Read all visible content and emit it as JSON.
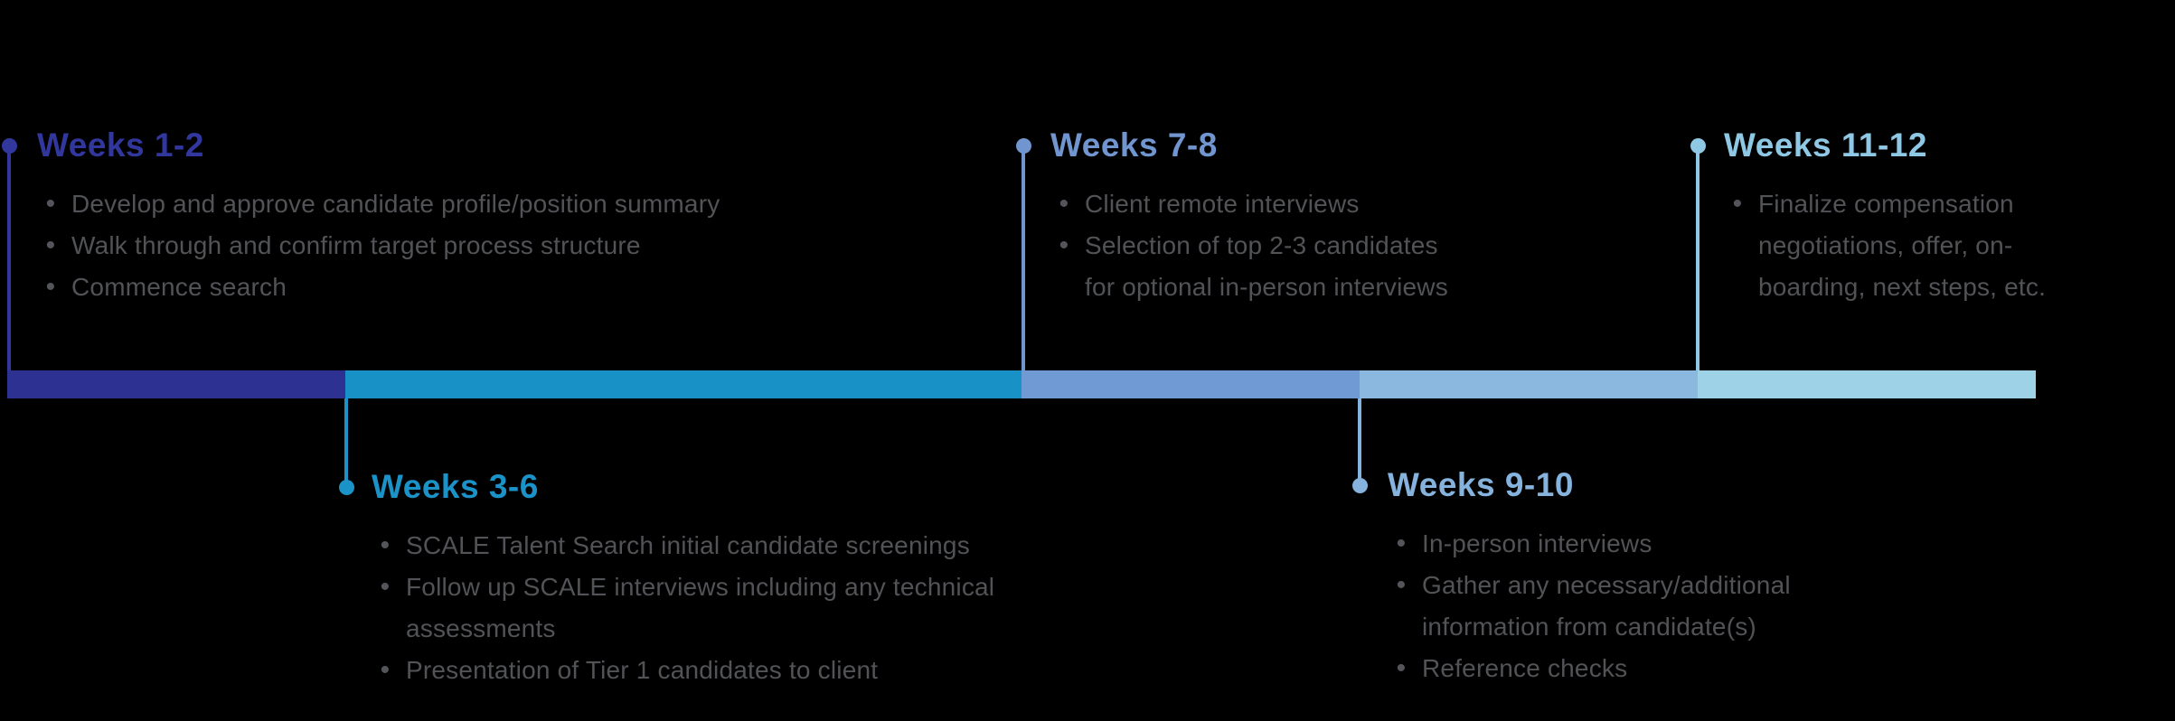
{
  "canvas": {
    "background_color": "#000000",
    "body_text_color": "#525356"
  },
  "icons": {
    "bullet": "•"
  },
  "timeline": {
    "total_weeks": 12,
    "segments": [
      {
        "label": "Weeks 1-2",
        "span_weeks": 2,
        "color": "#2c3192"
      },
      {
        "label": "Weeks 3-6",
        "span_weeks": 4,
        "color": "#1791c6"
      },
      {
        "label": "Weeks 7-8",
        "span_weeks": 2,
        "color": "#6f9ad3"
      },
      {
        "label": "Weeks 9-10",
        "span_weeks": 2,
        "color": "#8bb8de"
      },
      {
        "label": "Weeks 11-12",
        "span_weeks": 2,
        "color": "#9ed2e6"
      }
    ]
  },
  "milestones": [
    {
      "label": "Weeks 1-2",
      "side": "above",
      "accent_color": "#32379e",
      "bullets": [
        {
          "lines": [
            "Develop and approve candidate profile/position summary"
          ]
        },
        {
          "lines": [
            "Walk through and confirm target process structure"
          ]
        },
        {
          "lines": [
            "Commence search"
          ]
        }
      ]
    },
    {
      "label": "Weeks 3-6",
      "side": "below",
      "accent_color": "#1b93c9",
      "bullets": [
        {
          "lines": [
            "SCALE Talent Search initial candidate screenings"
          ]
        },
        {
          "lines": [
            "Follow up SCALE interviews including any technical",
            "assessments"
          ]
        },
        {
          "lines": [
            "Presentation of Tier 1 candidates to client"
          ]
        }
      ]
    },
    {
      "label": "Weeks 7-8",
      "side": "above",
      "accent_color": "#7195ce",
      "bullets": [
        {
          "lines": [
            "Client remote interviews"
          ]
        },
        {
          "lines": [
            "Selection of top 2-3 candidates",
            "for optional in-person interviews"
          ]
        }
      ]
    },
    {
      "label": "Weeks 9-10",
      "side": "below",
      "accent_color": "#85b3dd",
      "bullets": [
        {
          "lines": [
            "In-person interviews"
          ]
        },
        {
          "lines": [
            "Gather any necessary/additional",
            "information from candidate(s)"
          ]
        },
        {
          "lines": [
            "Reference checks"
          ]
        }
      ]
    },
    {
      "label": "Weeks 11-12",
      "side": "above",
      "accent_color": "#8fc8e4",
      "bullets": [
        {
          "lines": [
            "Finalize compensation",
            "negotiations, offer, on-",
            "boarding, next steps, etc."
          ]
        }
      ]
    }
  ]
}
